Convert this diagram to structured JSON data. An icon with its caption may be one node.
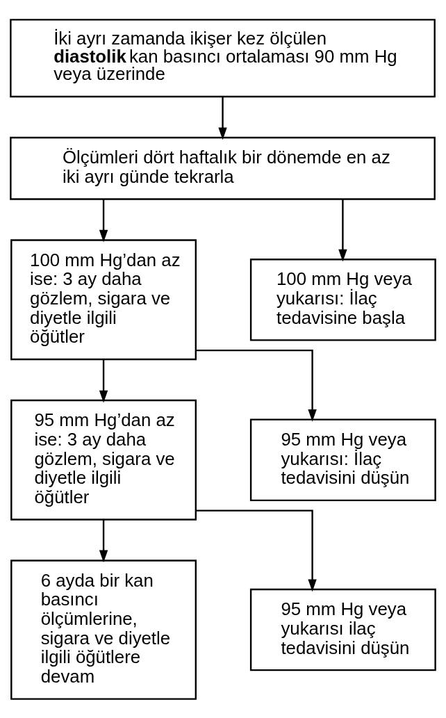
{
  "diagram": {
    "nodes": [
      {
        "text": [
          "İki ayrı zamanda ikişer kez ölçülen **diastolik** kan basıncı ortalaması 90 mm Hg veya üzerinde"
        ]
      },
      {
        "text": [
          "Ölçümleri dört haftalık bir dönemde en az iki ayrı günde tekrarla"
        ]
      },
      {
        "text": [
          "100 mm Hg’dan az ise: 3 ay daha gözlem, sigara ve diyetle ilgili öğütler"
        ]
      },
      {
        "text": [
          "100 mm Hg veya yukarısı: İlaç tedavisine başla"
        ]
      },
      {
        "text": [
          "95 mm Hg’dan az ise: 3 ay daha gözlem, sigara ve diyetle ilgili öğütler"
        ]
      },
      {
        "text": [
          "95 mm Hg veya yukarısı: İlaç tedavisini düşün"
        ]
      },
      {
        "text": [
          "6 ayda bir kan basıncı ölçümlerine, sigara ve diyetle ilgili öğütlere devam"
        ]
      },
      {
        "text": [
          "95 mm Hg veya yukarısı ilaç tedavisini düşün"
        ]
      }
    ],
    "edges": [
      {
        "from": 0,
        "to": 1,
        "arrow": "to"
      },
      {
        "from": 1,
        "to": 2,
        "arrow": "to"
      },
      {
        "from": 1,
        "to": 3,
        "arrow": "to"
      },
      {
        "from": 2,
        "to": 4,
        "arrow": "to"
      },
      {
        "from": 2,
        "to": 5,
        "arrow": "to"
      },
      {
        "from": 4,
        "to": 6,
        "arrow": "to"
      },
      {
        "from": 4,
        "to": 7,
        "arrow": "to"
      }
    ]
  }
}
